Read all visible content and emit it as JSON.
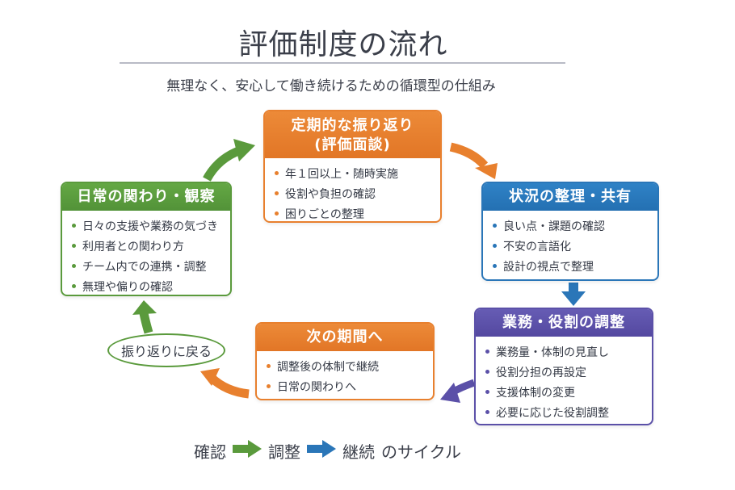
{
  "header": {
    "title": "評価制度の流れ",
    "subtitle": "無理なく、安心して働き続けるための循環型の仕組み"
  },
  "colors": {
    "orange": "#E8802E",
    "green": "#5A9A3C",
    "blue": "#2A76B8",
    "purple": "#5B50A8",
    "text": "#333844"
  },
  "steps": {
    "review": {
      "title_line1": "定期的な振り返り",
      "title_line2": "(評価面談)",
      "items": [
        "年１回以上・随時実施",
        "役割や負担の確認",
        "困りごとの整理"
      ]
    },
    "organize": {
      "title": "状況の整理・共有",
      "items": [
        "良い点・課題の確認",
        "不安の言語化",
        "設計の視点で整理"
      ]
    },
    "adjust": {
      "title": "業務・役割の調整",
      "items": [
        "業務量・体制の見直し",
        "役割分担の再設定",
        "支援体制の変更",
        "必要に応じた役割調整"
      ]
    },
    "next": {
      "title": "次の期間へ",
      "items": [
        "調整後の体制で継続",
        "日常の関わりへ"
      ]
    },
    "observe": {
      "title": "日常の関わり・観察",
      "items": [
        "日々の支援や業務の気づき",
        "利用者との関わり方",
        "チーム内での連携・調整",
        "無理や偏りの確認"
      ]
    },
    "return_label": "振り返りに戻る"
  },
  "legend": {
    "step1": "確認",
    "step2": "調整",
    "step3": "継続",
    "suffix": "のサイクル",
    "arrow1_color": "#5A9A3C",
    "arrow2_color": "#2A76B8"
  }
}
